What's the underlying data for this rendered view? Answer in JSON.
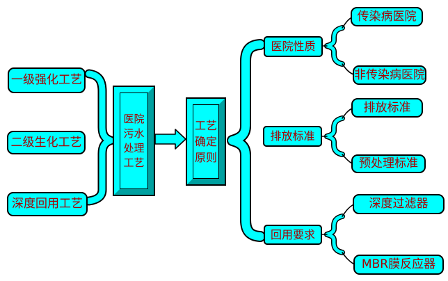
{
  "colors": {
    "cyan": "#00ffff",
    "teal": "#00a0a0",
    "red": "#a50000",
    "line": "#000000"
  },
  "left_column": {
    "items": [
      "一级强化工艺",
      "二级生化工艺",
      "深度回用工艺"
    ]
  },
  "center": {
    "source": "医院\n污水\n处理\n工艺",
    "principle": "工艺\n确定\n原则"
  },
  "right_column": {
    "groups": [
      {
        "label": "医院性质",
        "children": [
          "传染病医院",
          "非传染病医院"
        ]
      },
      {
        "label": "排放标准",
        "children": [
          "排放标准",
          "预处理标准"
        ]
      },
      {
        "label": "回用要求",
        "children": [
          "深度过滤器",
          "MBR膜反应器"
        ]
      }
    ]
  }
}
